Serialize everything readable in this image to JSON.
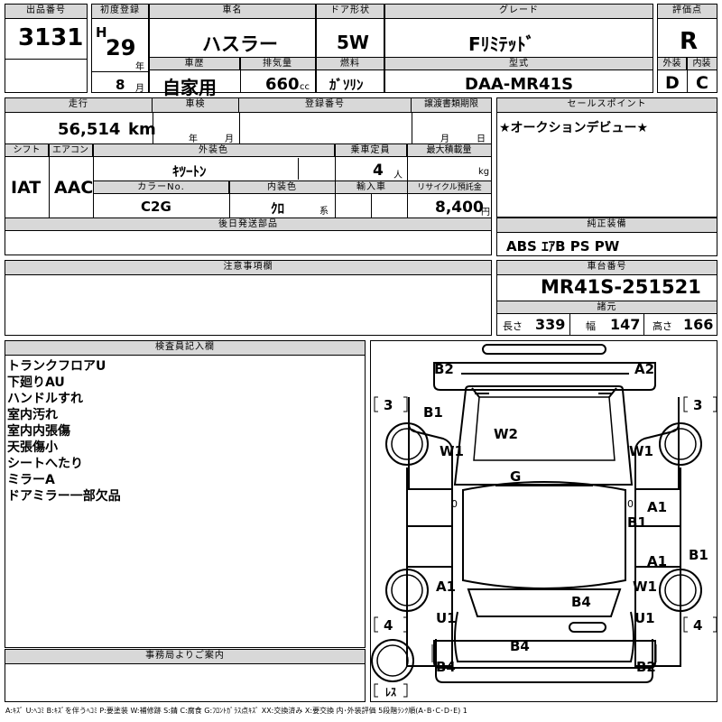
{
  "header": {
    "lot_no_label": "出品番号",
    "lot_no": "3131",
    "first_reg_label": "初度登録",
    "era": "H",
    "year": "29",
    "year_unit": "年",
    "month": "8",
    "month_unit": "月",
    "car_name_label": "車名",
    "car_name": "ハスラー",
    "history_label": "車歴",
    "history": "自家用",
    "displacement_label": "排気量",
    "displacement": "660",
    "displacement_unit": "cc",
    "door_label": "ドア形状",
    "door": "5W",
    "fuel_label": "燃料",
    "fuel": "ｶﾞｿﾘﾝ",
    "grade_label": "グレード",
    "grade": "Fﾘﾐﾃｯﾄﾞ",
    "model_label": "型式",
    "model": "DAA-MR41S",
    "score_label": "評価点",
    "score": "R",
    "ext_label": "外装",
    "ext": "D",
    "int_label": "内装",
    "int": "C"
  },
  "row2": {
    "mileage_label": "走行",
    "mileage": "56,514",
    "mileage_unit": "km",
    "inspection_label": "車検",
    "insp_year_unit": "年",
    "insp_month_unit": "月",
    "reg_no_label": "登録番号",
    "transfer_label": "譲渡書類期限",
    "transfer_month_unit": "月",
    "transfer_day_unit": "日",
    "shift_label": "シフト",
    "shift": "IAT",
    "ac_label": "エアコン",
    "ac": "AAC",
    "ext_color_label": "外装色",
    "ext_color": "ｷﾂｰﾄﾝ",
    "capacity_label": "乗車定員",
    "capacity": "4",
    "capacity_unit": "人",
    "max_load_label": "最大積載量",
    "max_load_unit": "kg",
    "color_no_label": "カラーNo.",
    "color_no": "C2G",
    "int_color_label": "内装色",
    "int_color": "ｸﾛ",
    "int_color_unit": "系",
    "import_label": "輸入車",
    "recycle_label": "リサイクル預託金",
    "recycle": "8,400",
    "recycle_unit": "円",
    "later_label": "後日発送部品"
  },
  "sales": {
    "label": "セールスポイント",
    "text": "★オークションデビュー★"
  },
  "equipment": {
    "label": "純正装備",
    "text": "ABS ｴｱB PS PW"
  },
  "chassis": {
    "label": "車台番号",
    "number": "MR41S-251521",
    "spec_label": "諸元",
    "len_label": "長さ",
    "len": "339",
    "wid_label": "幅",
    "wid": "147",
    "hgt_label": "高さ",
    "hgt": "166"
  },
  "caution": {
    "label": "注意事項欄"
  },
  "inspector": {
    "label": "検査員記入欄",
    "lines": [
      "トランクフロアU",
      "下廻りAU",
      "ハンドルすれ",
      "室内汚れ",
      "室内内張傷",
      "天張傷小",
      "シートへたり",
      "ミラーA",
      "ドアミラー一部欠品"
    ]
  },
  "office": {
    "label": "事務局よりご案内"
  },
  "diagram": {
    "b2_l": "B2",
    "a2_r": "A2",
    "b1_fl": "B1",
    "w2": "W2",
    "w1_l": "W1",
    "w1_r": "W1",
    "g": "G",
    "zero_l": "0",
    "zero_r": "0",
    "a1_r1": "A1",
    "b1_r": "B1",
    "b1_side": "B1",
    "a1_r2": "A1",
    "a1_l": "A1",
    "b4_c": "B4",
    "w1_rr": "W1",
    "u1_l": "U1",
    "u1_r": "U1",
    "b4_bot": "B4",
    "b4_bl": "B4",
    "b2_br": "B2",
    "q3_l": "3",
    "q3_r": "3",
    "q4_l": "4",
    "q4_r": "4",
    "res": "ﾚｽ"
  },
  "legend": "A:ｷｽﾞ U:ﾍｺﾐ B:ｷｽﾞを伴うﾍｺﾐ P:要塗装 W:補修跡 S:錆 C:腐食 G:ﾌﾛﾝﾄｶﾞﾗｽ点ｷｽﾞ XX:交換済み X:要交換 内･外装評価 5段階ﾗﾝｸ順(A･B･C･D･E) 1"
}
